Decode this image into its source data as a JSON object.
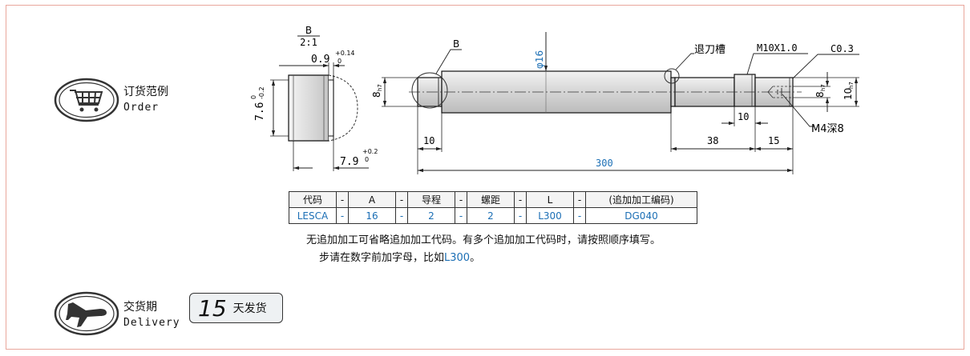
{
  "side": {
    "order_cn": "订货范例",
    "order_en": "Order",
    "delivery_cn": "交货期",
    "delivery_en": "Delivery",
    "order_icon": "cart-icon",
    "delivery_icon": "airplane-icon"
  },
  "delivery": {
    "days": "15",
    "unit": "天发货"
  },
  "detail_view": {
    "label": "B",
    "scale": "2:1",
    "groove_width": "0.9",
    "groove_width_tol_upper": "+0.14",
    "groove_width_tol_lower": "0",
    "groove_dia": "7.6",
    "groove_dia_tol_upper": "0",
    "groove_dia_tol_lower": "-0.2",
    "groove_pos": "7.9",
    "groove_pos_tol_upper": "+0.2",
    "groove_pos_tol_lower": "0"
  },
  "main_view": {
    "detail_ref": "B",
    "body_dia": "φ16",
    "left_dia": "8",
    "left_dia_fit": "h7",
    "left_len": "10",
    "total_len": "300",
    "relief_label": "退刀槽",
    "thread_label": "M10X1.0",
    "chamfer_label": "C0.3",
    "step_len": "38",
    "thread_len": "10",
    "end_len": "15",
    "end_dia_small": "8",
    "end_dia_small_fit": "h7",
    "end_dia_large": "10",
    "end_dia_large_fit": "h7",
    "tap_label": "M4深8"
  },
  "code_table": {
    "headers": [
      "代码",
      "A",
      "导程",
      "螺距",
      "L",
      "(追加加工编码)"
    ],
    "values": [
      "LESCA",
      "16",
      "2",
      "2",
      "L300",
      "DG040"
    ],
    "separator": "-"
  },
  "notes": {
    "line1": "无追加加工可省略追加加工代码。有多个追加加工代码时，请按照顺序填写。",
    "line2_prefix": "步请在数字前加字母，比如",
    "line2_example": "L300",
    "line2_suffix": "。"
  },
  "colors": {
    "frame": "#e9a79c",
    "value_blue": "#1c6fb5",
    "shaft_fill": "#d9d9d9"
  }
}
